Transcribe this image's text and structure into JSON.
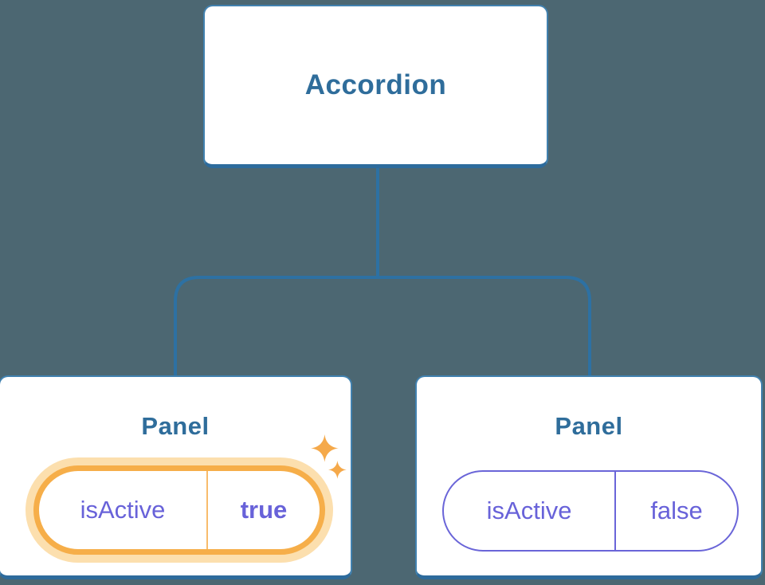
{
  "diagram": {
    "root": {
      "label": "Accordion"
    },
    "children": [
      {
        "label": "Panel",
        "state_key": "isActive",
        "state_value": "true",
        "highlighted": true
      },
      {
        "label": "Panel",
        "state_key": "isActive",
        "state_value": "false",
        "highlighted": false
      }
    ]
  },
  "icons": {
    "sparkle": "four-point-star"
  },
  "colors": {
    "background": "#4c6772",
    "node_fill": "#ffffff",
    "node_border": "#4181af",
    "node_border_bottom": "#2d6b9c",
    "node_text": "#2f6d9b",
    "connector": "#2d71a3",
    "state_text": "#6862d9",
    "highlight_ring": "#f6ae49",
    "highlight_halo": "#fcdfae",
    "highlight_divider": "#f8bc6c",
    "inactive_border": "#6a65d8",
    "sparkle": "#f5a94a"
  }
}
